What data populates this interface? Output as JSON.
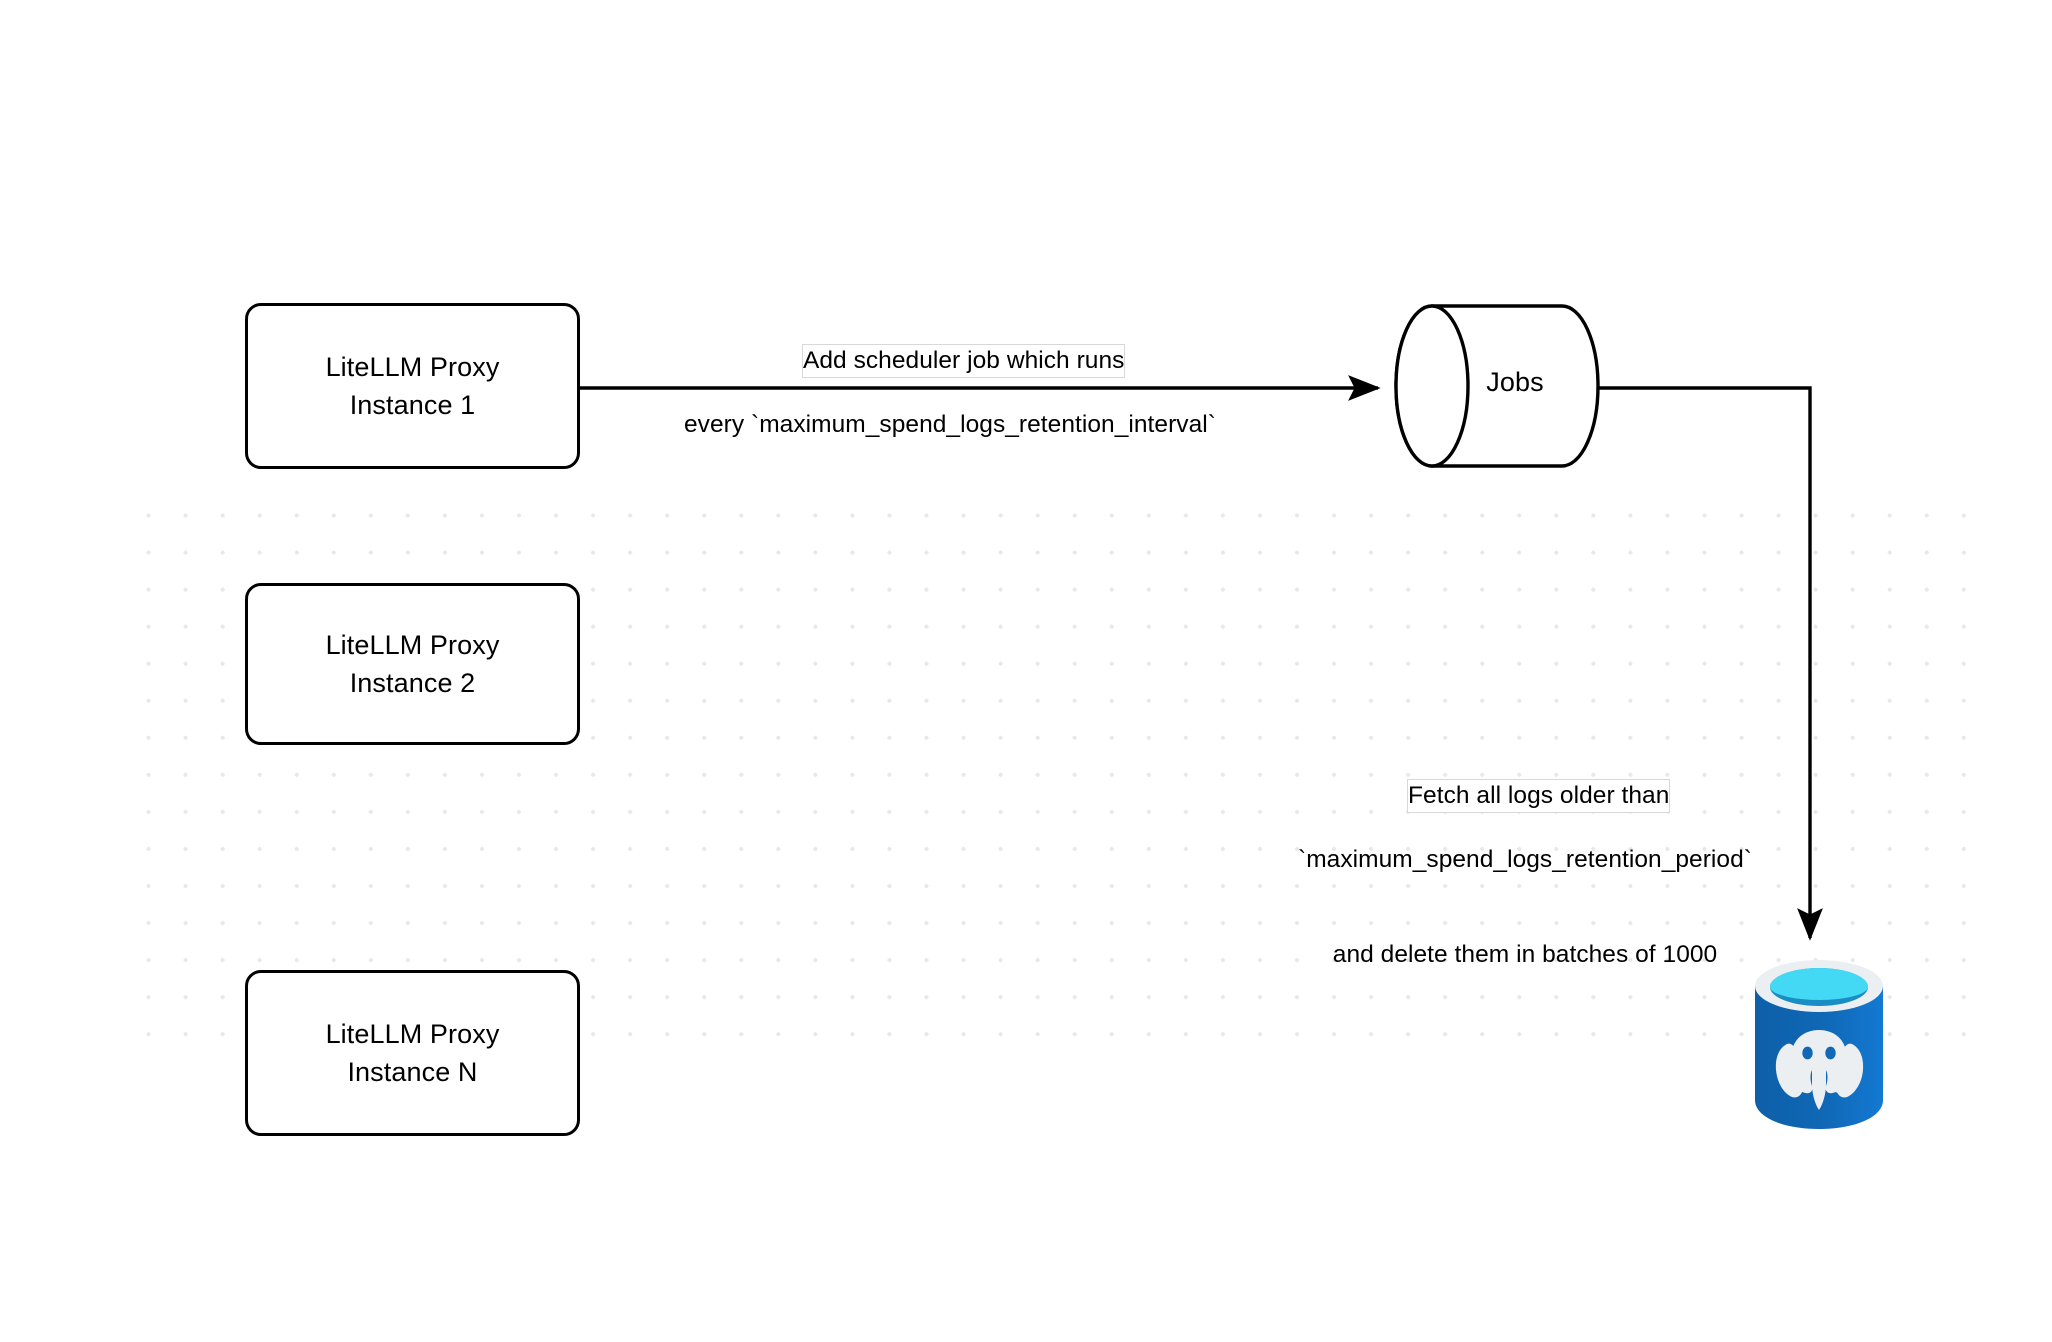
{
  "diagram": {
    "title": "LiteLLM spend logs retention scheduler flow",
    "background": "#ffffff",
    "grid_dot_color": "#e8e8e8",
    "stroke_color": "#000000",
    "nodes": [
      {
        "id": "instance-1",
        "type": "rounded-rectangle",
        "line1": "LiteLLM Proxy",
        "line2": "Instance 1"
      },
      {
        "id": "instance-2",
        "type": "rounded-rectangle",
        "line1": "LiteLLM Proxy",
        "line2": "Instance 2"
      },
      {
        "id": "instance-n",
        "type": "rounded-rectangle",
        "line1": "LiteLLM Proxy",
        "line2": "Instance N"
      },
      {
        "id": "jobs",
        "type": "cylinder",
        "label": "Jobs"
      },
      {
        "id": "postgres",
        "type": "database-logo",
        "label": "",
        "icon": "postgresql-elephant-icon",
        "colors": {
          "body_left": "#0f63ae",
          "body_right": "#1278d0",
          "rim": "#eceff1",
          "top_fill": "#43d9f5",
          "top_shadow": "#1a8ec4",
          "elephant": "#eceff1"
        }
      }
    ],
    "edges": [
      {
        "id": "edge-scheduler",
        "from": "instance-1",
        "to": "jobs",
        "arrowhead": "triangle",
        "label_lines": [
          "Add scheduler job which runs",
          "every `maximum_spend_logs_retention_interval`"
        ]
      },
      {
        "id": "edge-fetch-delete",
        "from": "jobs",
        "to": "postgres",
        "arrowhead": "triangle",
        "label_lines": [
          "Fetch all logs older than",
          "`maximum_spend_logs_retention_period`",
          "and delete them in batches of 1000"
        ]
      }
    ]
  }
}
